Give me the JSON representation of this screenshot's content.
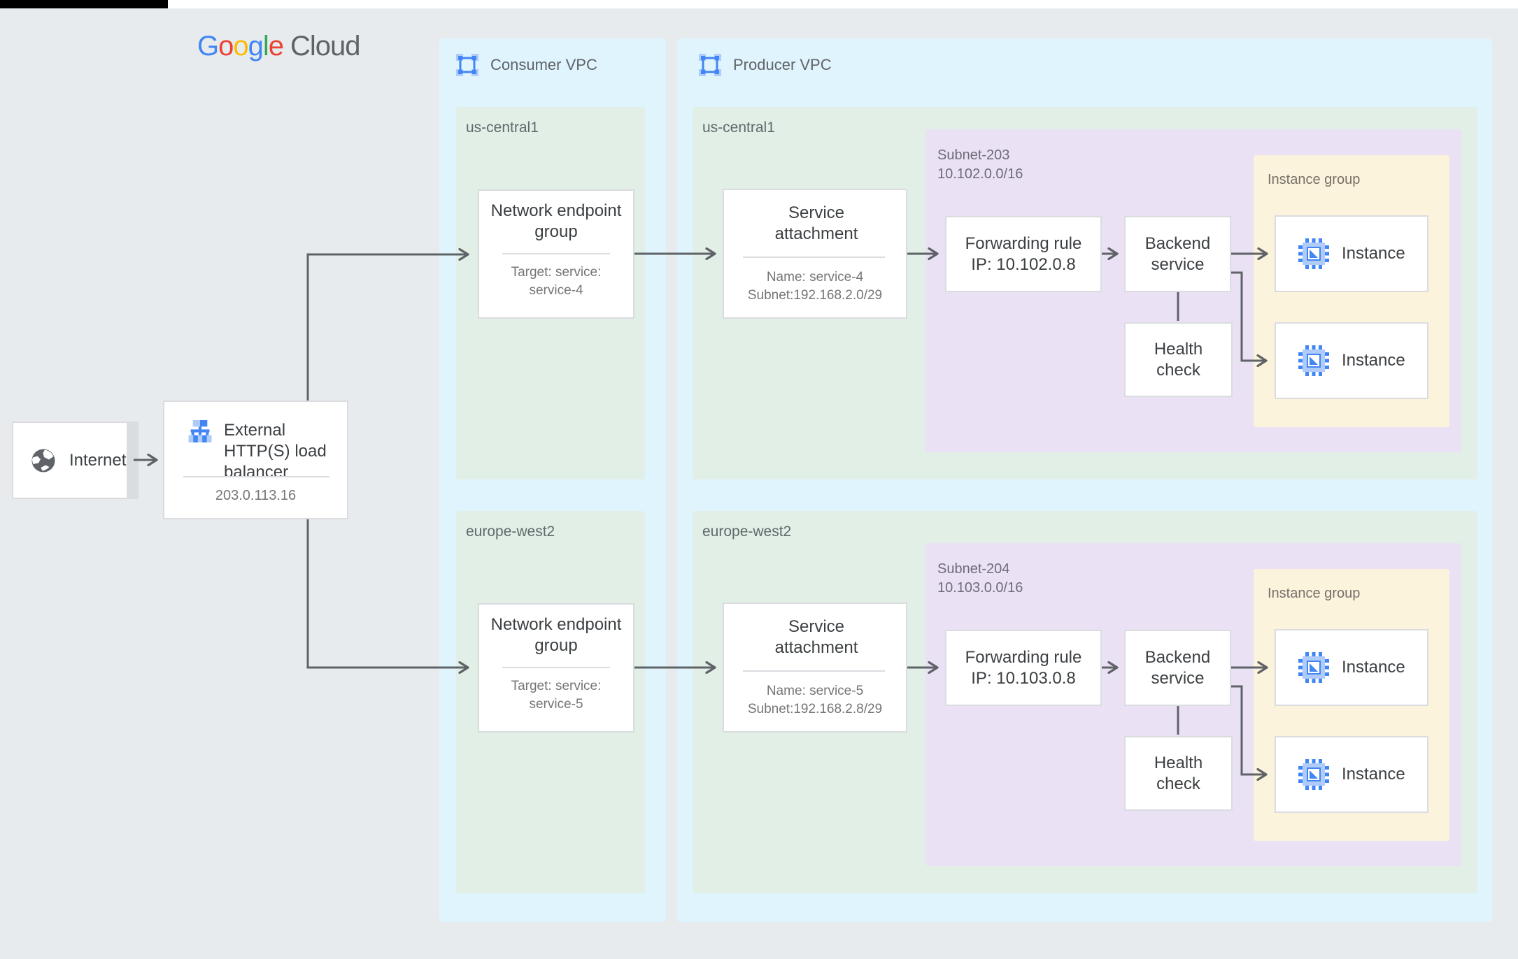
{
  "colors": {
    "brand_blue": "#4285F4",
    "brand_red": "#EA4335",
    "brand_yellow": "#FBBC05",
    "brand_green": "#34A853",
    "vpc_bg": "#E0F4FD",
    "region_bg": "#E1EFE6",
    "subnet_bg": "#EAE1F4",
    "instance_group_bg": "#FCF3DC",
    "connector": "#5F6368",
    "icon_blue": "#4285F4",
    "icon_blue_light": "#AECBFA"
  },
  "logo": {
    "letters": [
      {
        "t": "G"
      },
      {
        "t": "o"
      },
      {
        "t": "o"
      },
      {
        "t": "g"
      },
      {
        "t": "l"
      },
      {
        "t": "e"
      }
    ],
    "suffix": "Cloud"
  },
  "internet": {
    "label": "Internet"
  },
  "load_balancer": {
    "title": "External HTTP(S) load balancer",
    "ip": "203.0.113.16"
  },
  "consumer_vpc": {
    "label": "Consumer VPC",
    "regions": [
      {
        "name": "us-central1",
        "neg": {
          "title": "Network endpoint group",
          "target_line1": "Target: service:",
          "target_line2": "service-4"
        }
      },
      {
        "name": "europe-west2",
        "neg": {
          "title": "Network endpoint group",
          "target_line1": "Target: service:",
          "target_line2": "service-5"
        }
      }
    ]
  },
  "producer_vpc": {
    "label": "Producer VPC",
    "regions": [
      {
        "name": "us-central1",
        "service_attachment": {
          "title": "Service attachment",
          "name_line": "Name: service-4",
          "subnet_line": "Subnet:192.168.2.0/29"
        },
        "subnet": {
          "name": "Subnet-203",
          "cidr": "10.102.0.0/16"
        },
        "forwarding_rule": {
          "title": "Forwarding rule",
          "ip_line": "IP: 10.102.0.8"
        },
        "backend_service_label": "Backend service",
        "health_check_label": "Health check",
        "instance_group": {
          "label": "Instance group",
          "instances": [
            {
              "label": "Instance"
            },
            {
              "label": "Instance"
            }
          ]
        }
      },
      {
        "name": "europe-west2",
        "service_attachment": {
          "title": "Service attachment",
          "name_line": "Name: service-5",
          "subnet_line": "Subnet:192.168.2.8/29"
        },
        "subnet": {
          "name": "Subnet-204",
          "cidr": "10.103.0.0/16"
        },
        "forwarding_rule": {
          "title": "Forwarding rule",
          "ip_line": "IP: 10.103.0.8"
        },
        "backend_service_label": "Backend service",
        "health_check_label": "Health check",
        "instance_group": {
          "label": "Instance group",
          "instances": [
            {
              "label": "Instance"
            },
            {
              "label": "Instance"
            }
          ]
        }
      }
    ]
  }
}
